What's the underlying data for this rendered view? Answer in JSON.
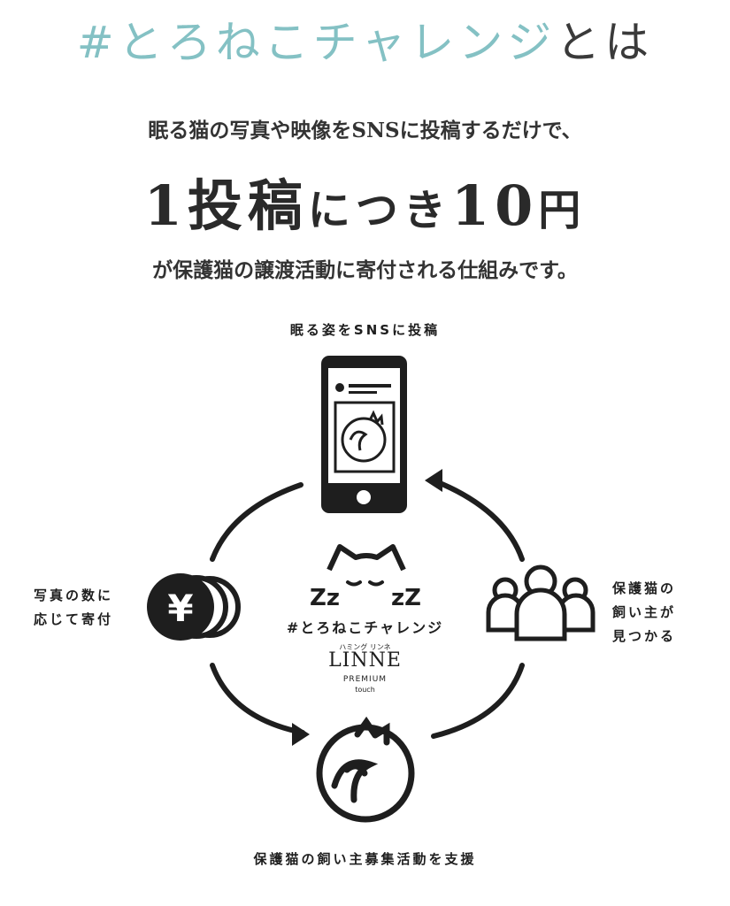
{
  "header": {
    "title_hashtag": "#とろねこチャレンジ",
    "title_suffix": "とは",
    "lead": "眠る猫の写真や映像をSNSに投稿するだけで、",
    "highlight_num1": "1",
    "highlight_text1": "投稿",
    "highlight_text2": "につき",
    "highlight_num2": "10",
    "highlight_unit": "円",
    "after": "が保護猫の譲渡活動に寄付される仕組みです。"
  },
  "cycle": {
    "top_label": "眠る姿をSNSに投稿",
    "left_label_line1": "写真の数に",
    "left_label_line2": "応じて寄付",
    "right_label_line1": "保護猫の",
    "right_label_line2": "飼い主が",
    "right_label_line3": "見つかる",
    "bottom_label": "保護猫の飼い主募集活動を支援",
    "yen_symbol": "¥",
    "zz_left": "Zz",
    "zz_right": "zZ"
  },
  "brand": {
    "challenge": "#とろねこチャレンジ",
    "hamming": "ハミング リンネ",
    "linne": "LINNE",
    "premium": "PREMIUM",
    "touch": "touch"
  },
  "colors": {
    "accent_teal": "#84c1c4",
    "ink": "#1e1e1e"
  },
  "icons": [
    "smartphone-icon",
    "sleeping-cat-icon",
    "coins-yen-icon",
    "people-icon",
    "cat-face-icon"
  ]
}
